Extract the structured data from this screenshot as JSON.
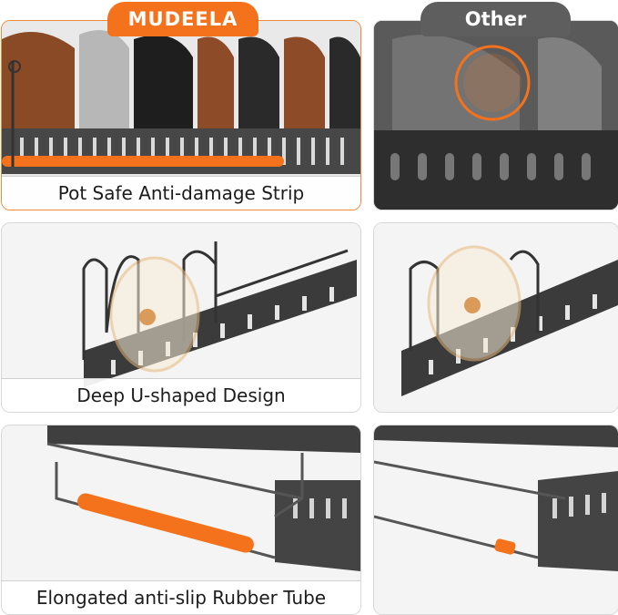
{
  "brand_tab": "MUDEELA",
  "other_tab": "Other",
  "captions": {
    "row1": "Pot Safe Anti-damage Strip",
    "row2": "Deep U-shaped Design",
    "row3": "Elongated anti-slip Rubber Tube"
  },
  "colors": {
    "accent": "#f4721c",
    "other_tab": "#5e5e5e",
    "rack_metal": "#3c3c3c",
    "pan_copper": "#8a4a26"
  }
}
